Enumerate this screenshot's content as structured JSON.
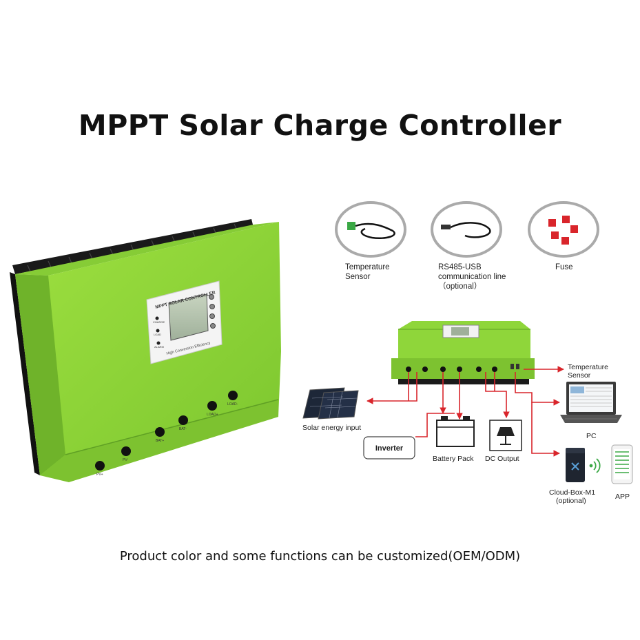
{
  "title": "MPPT Solar Charge Controller",
  "footer": "Product color and some functions can be customized(OEM/ODM)",
  "device": {
    "display_title": "MPPT SOLAR CONTROLLER",
    "display_subtitle": "High Conversion Efficiency",
    "indicator_labels": [
      "CHARGE",
      "LOAD",
      "ALARM"
    ],
    "port_labels": [
      "PV+",
      "PV-",
      "BAT+",
      "BAT-",
      "LOAD+",
      "LOAD-"
    ]
  },
  "accessories": [
    {
      "label_lines": [
        "Temperature",
        "Sensor"
      ]
    },
    {
      "label_lines": [
        "RS485-USB",
        "communication line",
        "（optional）"
      ]
    },
    {
      "label_lines": [
        "Fuse"
      ]
    }
  ],
  "connections": {
    "solar": "Solar energy input",
    "inverter": "Inverter",
    "battery": "Battery Pack",
    "dc_output": "DC Output",
    "temp_sensor_lines": [
      "Temperature",
      "Sensor"
    ],
    "pc": "PC",
    "cloud_box_lines": [
      "Cloud-Box-M1",
      "(optional)"
    ],
    "app": "APP"
  },
  "colors": {
    "device_green": "#8fd63a",
    "device_green_dark": "#6fb32a",
    "heatsink": "#1a1a1a",
    "arrow_red": "#d9252b"
  }
}
